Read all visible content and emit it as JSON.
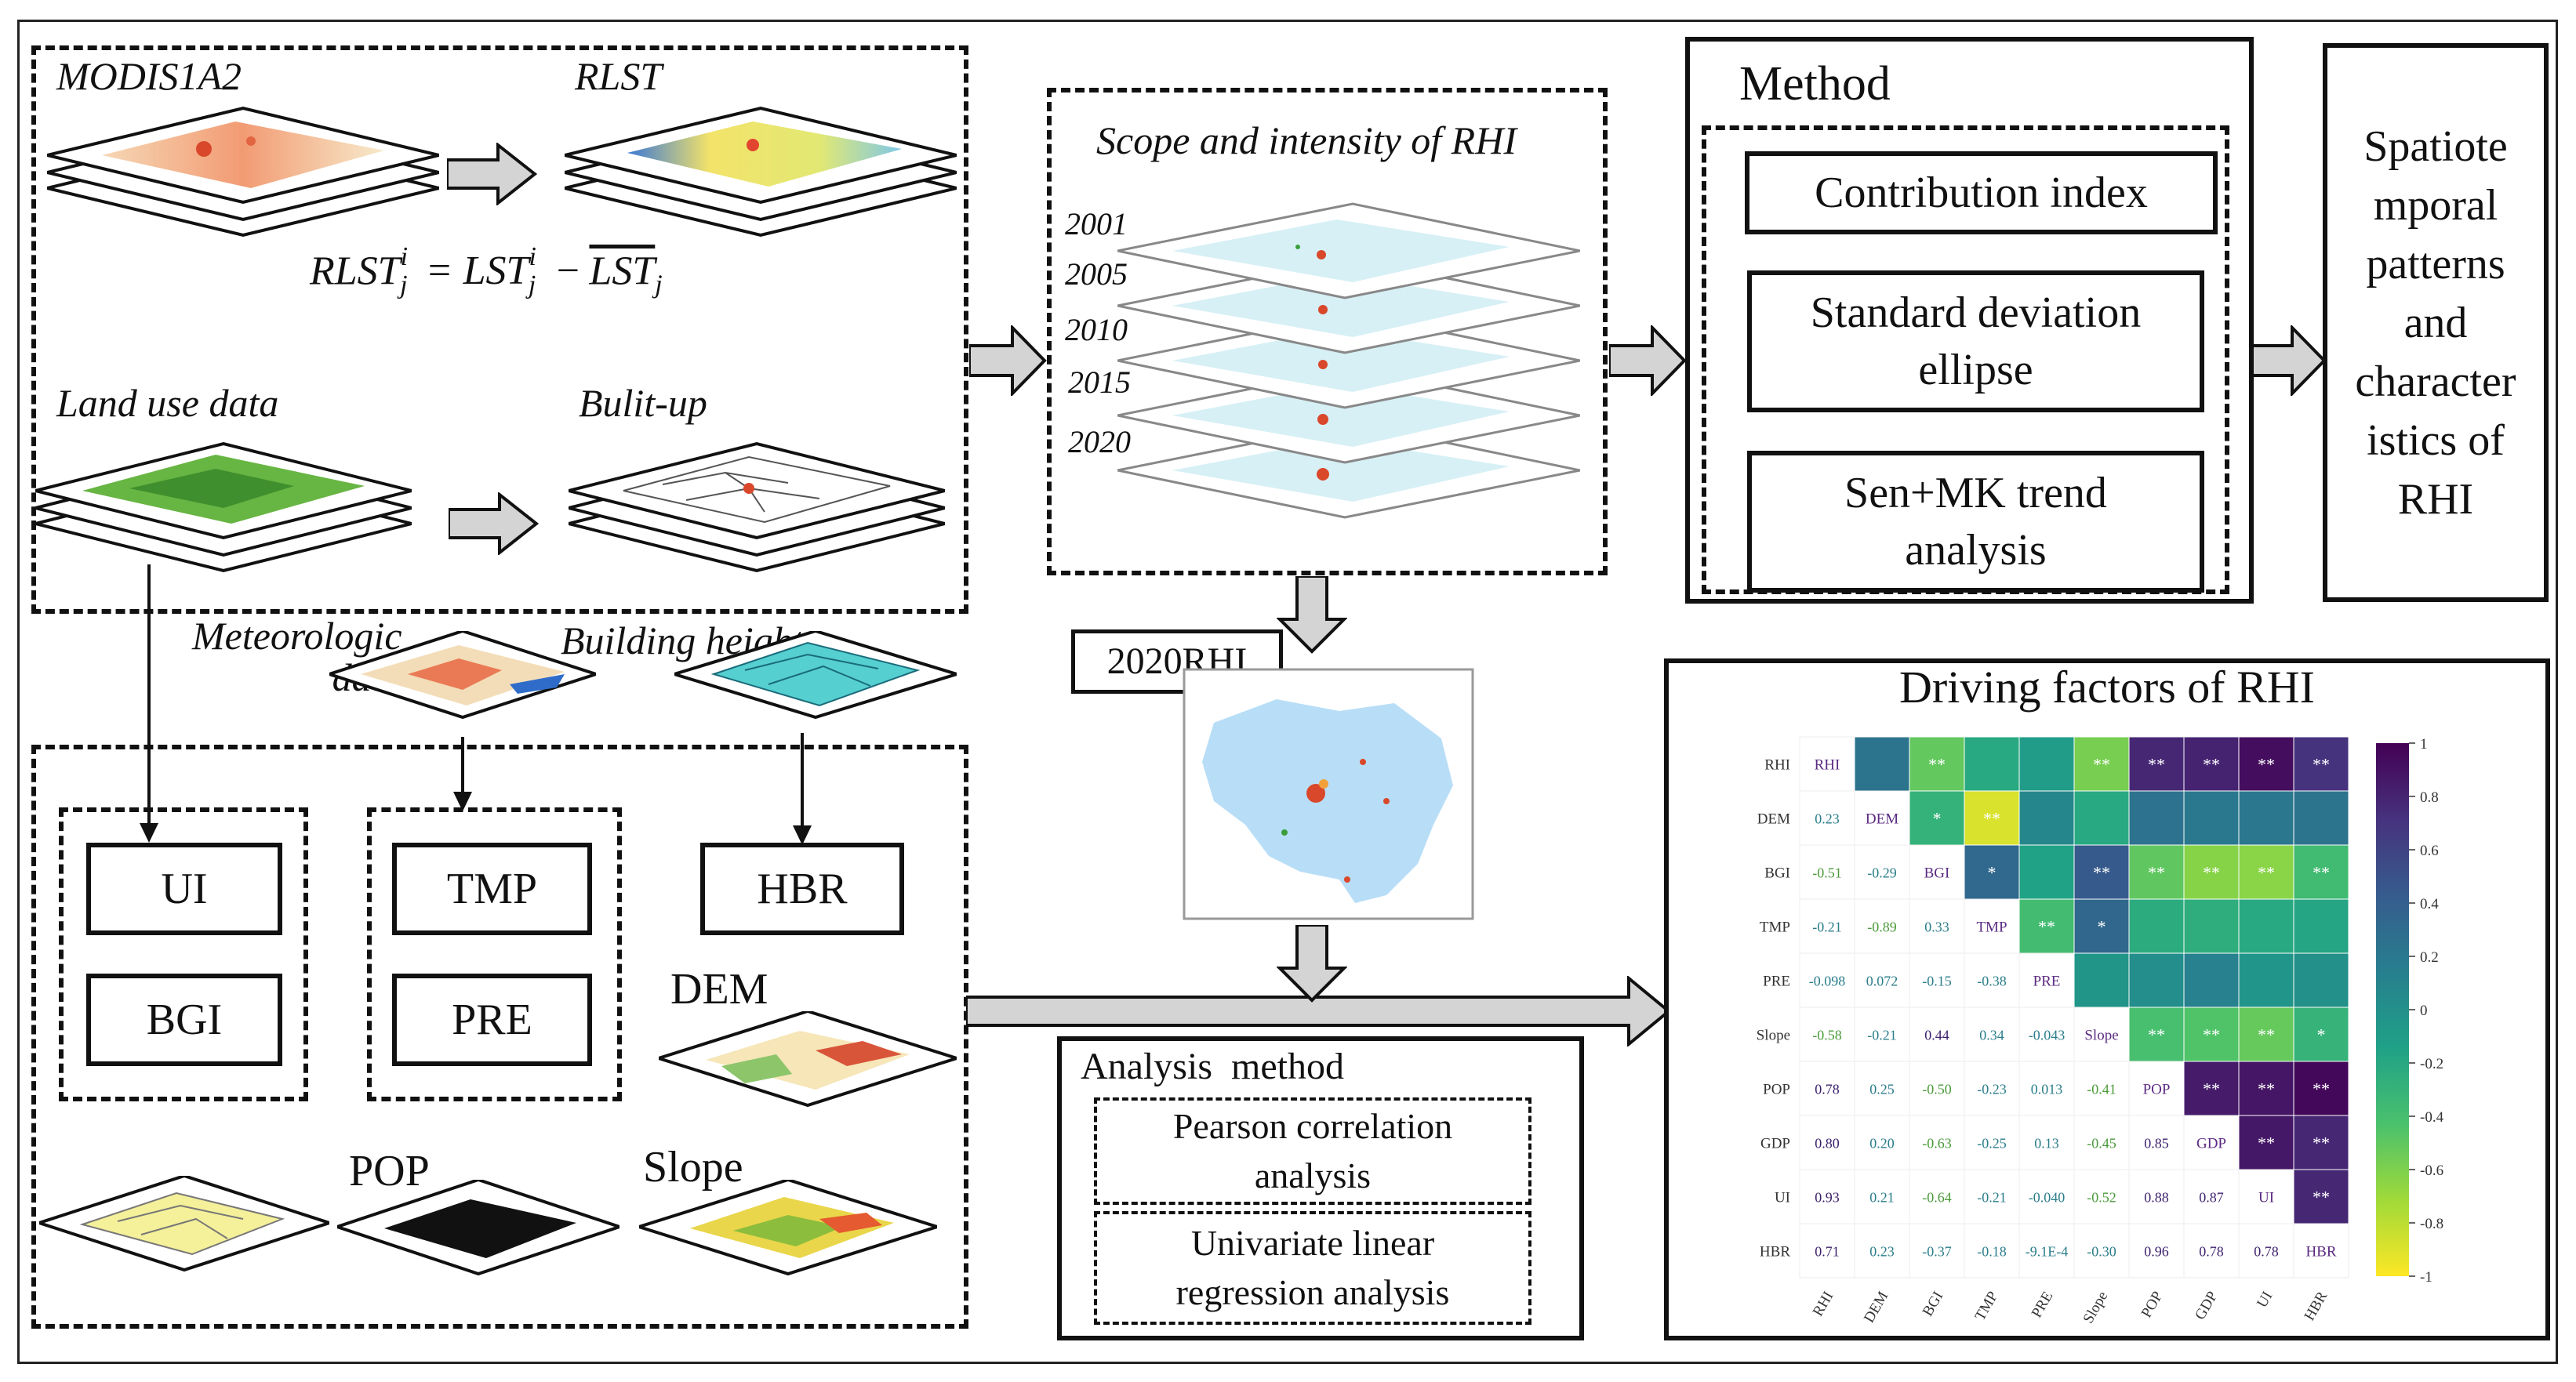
{
  "inputs": {
    "modis_label": "MODIS1A2",
    "rlst_label": "RLST",
    "landuse_label": "Land use data",
    "builtup_label": "Bulit-up",
    "meteo_label_line1": "Meteorologic",
    "meteo_label_line2": "data",
    "building_label": "Building height",
    "formula_lhs": "RLST",
    "formula_sup": "i",
    "formula_sub": "j",
    "formula_eq": "= LST",
    "formula_minus": "−",
    "formula_bar": "LST"
  },
  "factor_boxes": {
    "ui": "UI",
    "bgi": "BGI",
    "tmp": "TMP",
    "pre": "PRE",
    "hbr": "HBR",
    "dem": "DEM",
    "pop": "POP",
    "slope": "Slope"
  },
  "scope": {
    "title": "Scope and intensity of  RHI",
    "years": [
      "2001",
      "2005",
      "2010",
      "2015",
      "2020"
    ],
    "rhi2020": "2020RHI"
  },
  "method": {
    "title": "Method",
    "items": [
      "Contribution index",
      "Standard deviation ellipse",
      "Sen+MK trend analysis"
    ]
  },
  "result": {
    "text": "Spatiotemporal patterns and characteristics of RHI",
    "lines": [
      "Spatiote",
      "mporal",
      "patterns",
      "and",
      "character",
      "istics of",
      "RHI"
    ]
  },
  "analysis": {
    "title": "Analysis  method",
    "items": [
      "Pearson correlation analysis",
      "Univariate linear regression analysis"
    ]
  },
  "driving": {
    "title": "Driving factors of RHI"
  },
  "colors": {
    "arrow_fill": "#d4d4d4",
    "line": "#111111",
    "colorbar": [
      "#fde725",
      "#a0da39",
      "#4ac16d",
      "#1fa187",
      "#277f8e",
      "#365c8d",
      "#46327e",
      "#440154"
    ]
  },
  "chart_data": {
    "type": "heatmap",
    "title": "Driving factors of RHI",
    "variables": [
      "RHI",
      "DEM",
      "BGI",
      "TMP",
      "PRE",
      "Slope",
      "POP",
      "GDP",
      "UI",
      "HBR"
    ],
    "lower_triangle_labels": [
      [],
      [
        "0.23"
      ],
      [
        "-0.51",
        "-0.29"
      ],
      [
        "-0.21",
        "-0.89",
        "0.33"
      ],
      [
        "-0.098",
        "0.072",
        "-0.15",
        "-0.38"
      ],
      [
        "-0.58",
        "-0.21",
        "0.44",
        "0.34",
        "-0.043"
      ],
      [
        "0.78",
        "0.25",
        "-0.50",
        "-0.23",
        "0.013",
        "-0.41"
      ],
      [
        "0.80",
        "0.20",
        "-0.63",
        "-0.25",
        "0.13",
        "-0.45",
        "0.85"
      ],
      [
        "0.93",
        "0.21",
        "-0.64",
        "-0.21",
        "-0.040",
        "-0.52",
        "0.88",
        "0.87"
      ],
      [
        "0.71",
        "0.23",
        "-0.37",
        "-0.18",
        "-9.1E-4",
        "-0.30",
        "0.96",
        "0.78",
        "0.78"
      ]
    ],
    "lower_triangle": [
      [],
      [
        0.23
      ],
      [
        -0.51,
        -0.29
      ],
      [
        -0.21,
        -0.89,
        0.33
      ],
      [
        -0.098,
        0.072,
        -0.15,
        -0.38
      ],
      [
        -0.58,
        -0.21,
        0.44,
        0.34,
        -0.043
      ],
      [
        0.78,
        0.25,
        -0.5,
        -0.23,
        0.013,
        -0.41
      ],
      [
        0.8,
        0.2,
        -0.63,
        -0.25,
        0.13,
        -0.45,
        0.85
      ],
      [
        0.93,
        0.21,
        -0.64,
        -0.21,
        -0.04,
        -0.52,
        0.88,
        0.87
      ],
      [
        0.71,
        0.23,
        -0.37,
        -0.18,
        -0.00091,
        -0.3,
        0.96,
        0.78,
        0.78
      ]
    ],
    "upper_significance": [
      [
        "",
        "",
        "**",
        "",
        "",
        "**",
        "**",
        "**",
        "**",
        "**"
      ],
      [
        "",
        "",
        "*",
        "**",
        "",
        "",
        "",
        "",
        "",
        ""
      ],
      [
        "",
        "",
        "",
        "*",
        "",
        "**",
        "**",
        "**",
        "**",
        "**"
      ],
      [
        "",
        "",
        "",
        "",
        "**",
        "*",
        "",
        "",
        "",
        ""
      ],
      [
        "",
        "",
        "",
        "",
        "",
        "",
        "",
        "",
        "",
        ""
      ],
      [
        "",
        "",
        "",
        "",
        "",
        "",
        "**",
        "**",
        "**",
        "*"
      ],
      [
        "",
        "",
        "",
        "",
        "",
        "",
        "",
        "**",
        "**",
        "**"
      ],
      [
        "",
        "",
        "",
        "",
        "",
        "",
        "",
        "",
        "**",
        "**"
      ],
      [
        "",
        "",
        "",
        "",
        "",
        "",
        "",
        "",
        "",
        "**"
      ],
      [
        "",
        "",
        "",
        "",
        "",
        "",
        "",
        "",
        "",
        ""
      ]
    ],
    "colorbar_ticks": [
      "1",
      "0.8",
      "0.6",
      "0.4",
      "0.2",
      "0",
      "-0.2",
      "-0.4",
      "-0.6",
      "-0.8",
      "-1"
    ],
    "vmin": -1,
    "vmax": 1
  }
}
